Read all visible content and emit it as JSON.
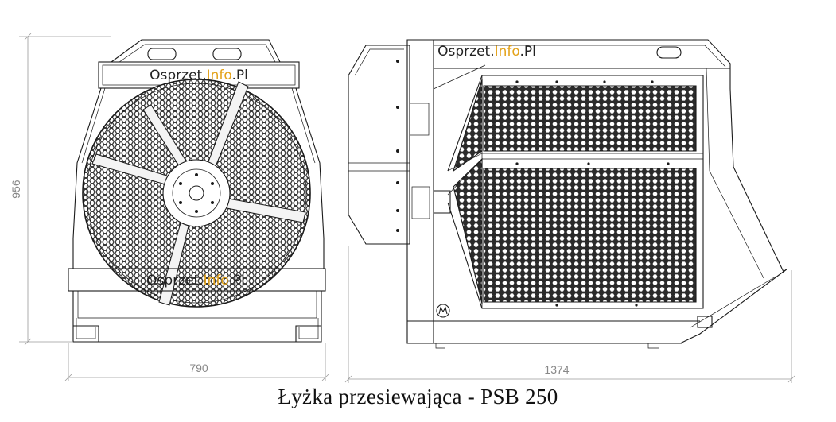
{
  "brand": {
    "prefix": "Osprzet.",
    "accent": "Info",
    "suffix": ".Pl",
    "accent_color": "#e3a21a"
  },
  "dimensions": {
    "height": "956",
    "front_width": "790",
    "side_width": "1374"
  },
  "caption": "Łyżka przesiewająca  - PSB 250",
  "icons": {
    "side_badge": "brand-logo-icon",
    "rotor": "hexagon-mesh-rotor-icon"
  }
}
